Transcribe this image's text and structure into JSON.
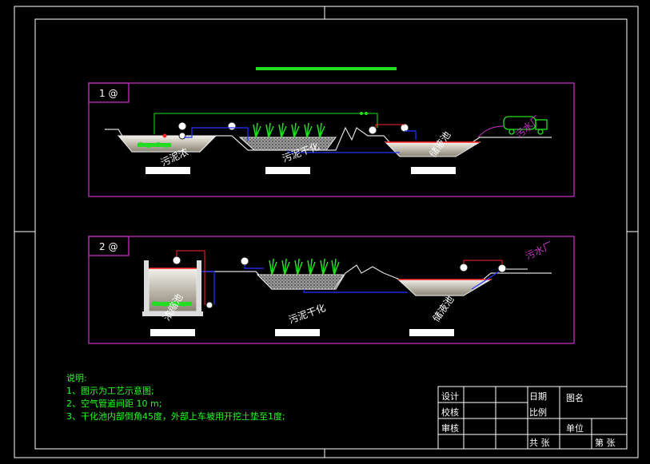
{
  "colors": {
    "background": "#000000",
    "frame": "#ffffff",
    "section_border": "#cc33cc",
    "title_bar": "#22dd22",
    "air_pipe": "#22dd22",
    "sludge_pipe": "#2233ff",
    "return_pipe": "#ff2222",
    "outflow_pipe": "#cc33cc",
    "notes_text": "#22ff22"
  },
  "sections": [
    {
      "label": "1 @"
    },
    {
      "label": "2 @"
    }
  ],
  "section1": {
    "thickening_tank_label": "污泥浓",
    "drying_bed_label": "污泥干化",
    "storage_pond_label": "储液池",
    "outflow_label": "污水厂"
  },
  "section2": {
    "thickening_tank_label": "浓缩池",
    "drying_bed_label": "污泥干化",
    "storage_pond_label": "储液池",
    "outflow_label": "污水厂"
  },
  "notes": {
    "heading": "说明:",
    "items": [
      "1、图示为工艺示意图;",
      "2、空气管道间距 10 m;",
      "3、干化池内部倒角45度，外部上车坡用开挖土垫至1度;"
    ]
  },
  "title_block": {
    "cells": [
      "设计",
      "校核",
      "审核",
      "日期",
      "比例",
      "图名",
      "单位",
      "共 张",
      "第 张"
    ]
  },
  "icons": [
    "pump-icon",
    "valve-icon",
    "tanker-truck-icon",
    "reed-plant-icon"
  ]
}
